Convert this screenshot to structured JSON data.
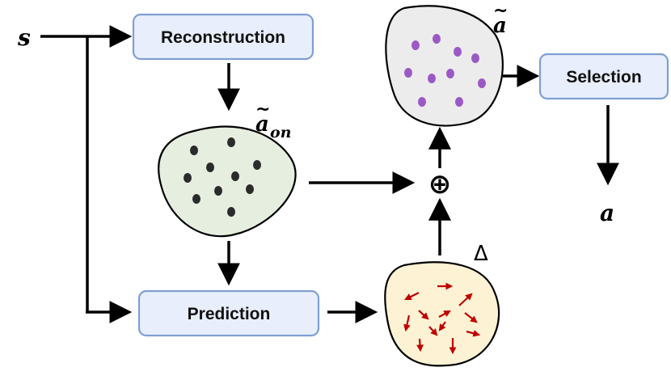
{
  "input_symbol": "s",
  "output_symbol": "a",
  "boxes": {
    "reconstruction": "Reconstruction",
    "prediction": "Prediction",
    "selection": "Selection"
  },
  "blobs": {
    "a_on": {
      "base": "a",
      "tilde": "~",
      "subscript": "on"
    },
    "delta": {
      "label": "Δ"
    },
    "a_tilde": {
      "base": "a",
      "tilde": "~"
    }
  },
  "combine_symbol": "⊕",
  "colors": {
    "box_fill": "#e8eefb",
    "box_stroke": "#7f9fd3",
    "green_fill": "#e6efdf",
    "yellow_fill": "#fdf3d4",
    "gray_fill": "#ececec",
    "dot_black": "#2b2b2b",
    "dot_purple": "#9b59c6",
    "arrow_red": "#c00000"
  }
}
